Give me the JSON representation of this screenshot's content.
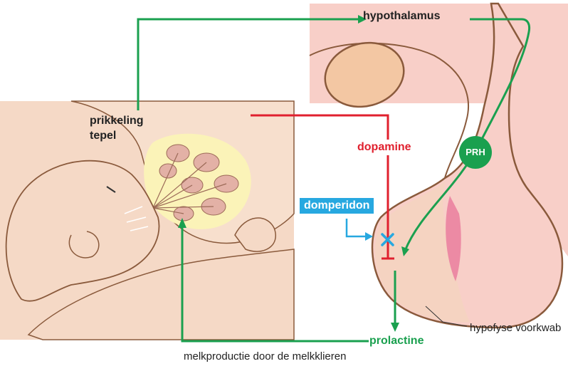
{
  "labels": {
    "hypothalamus": "hypothalamus",
    "prikkeling_line1": "prikkeling",
    "prikkeling_line2": "tepel",
    "dopamine": "dopamine",
    "domperidon": "domperidon",
    "prh": "PRH",
    "prolactine": "prolactine",
    "hypofyse_voorkwab": "hypofyse voorkwab",
    "melkproductie": "melkproductie door de melkklieren"
  },
  "colors": {
    "green_pathway": "#1aa04f",
    "red_inhibition": "#e0202e",
    "blue_domperidon": "#27a8e0",
    "skin": "#f5d9c6",
    "outline": "#8a5a3c",
    "brain_tissue": "#f8cfc8",
    "gland": "#fbf3b8"
  },
  "icons": {
    "block_marker": "x-mark-icon",
    "domperidon_arrow": "right-arrow-icon"
  }
}
